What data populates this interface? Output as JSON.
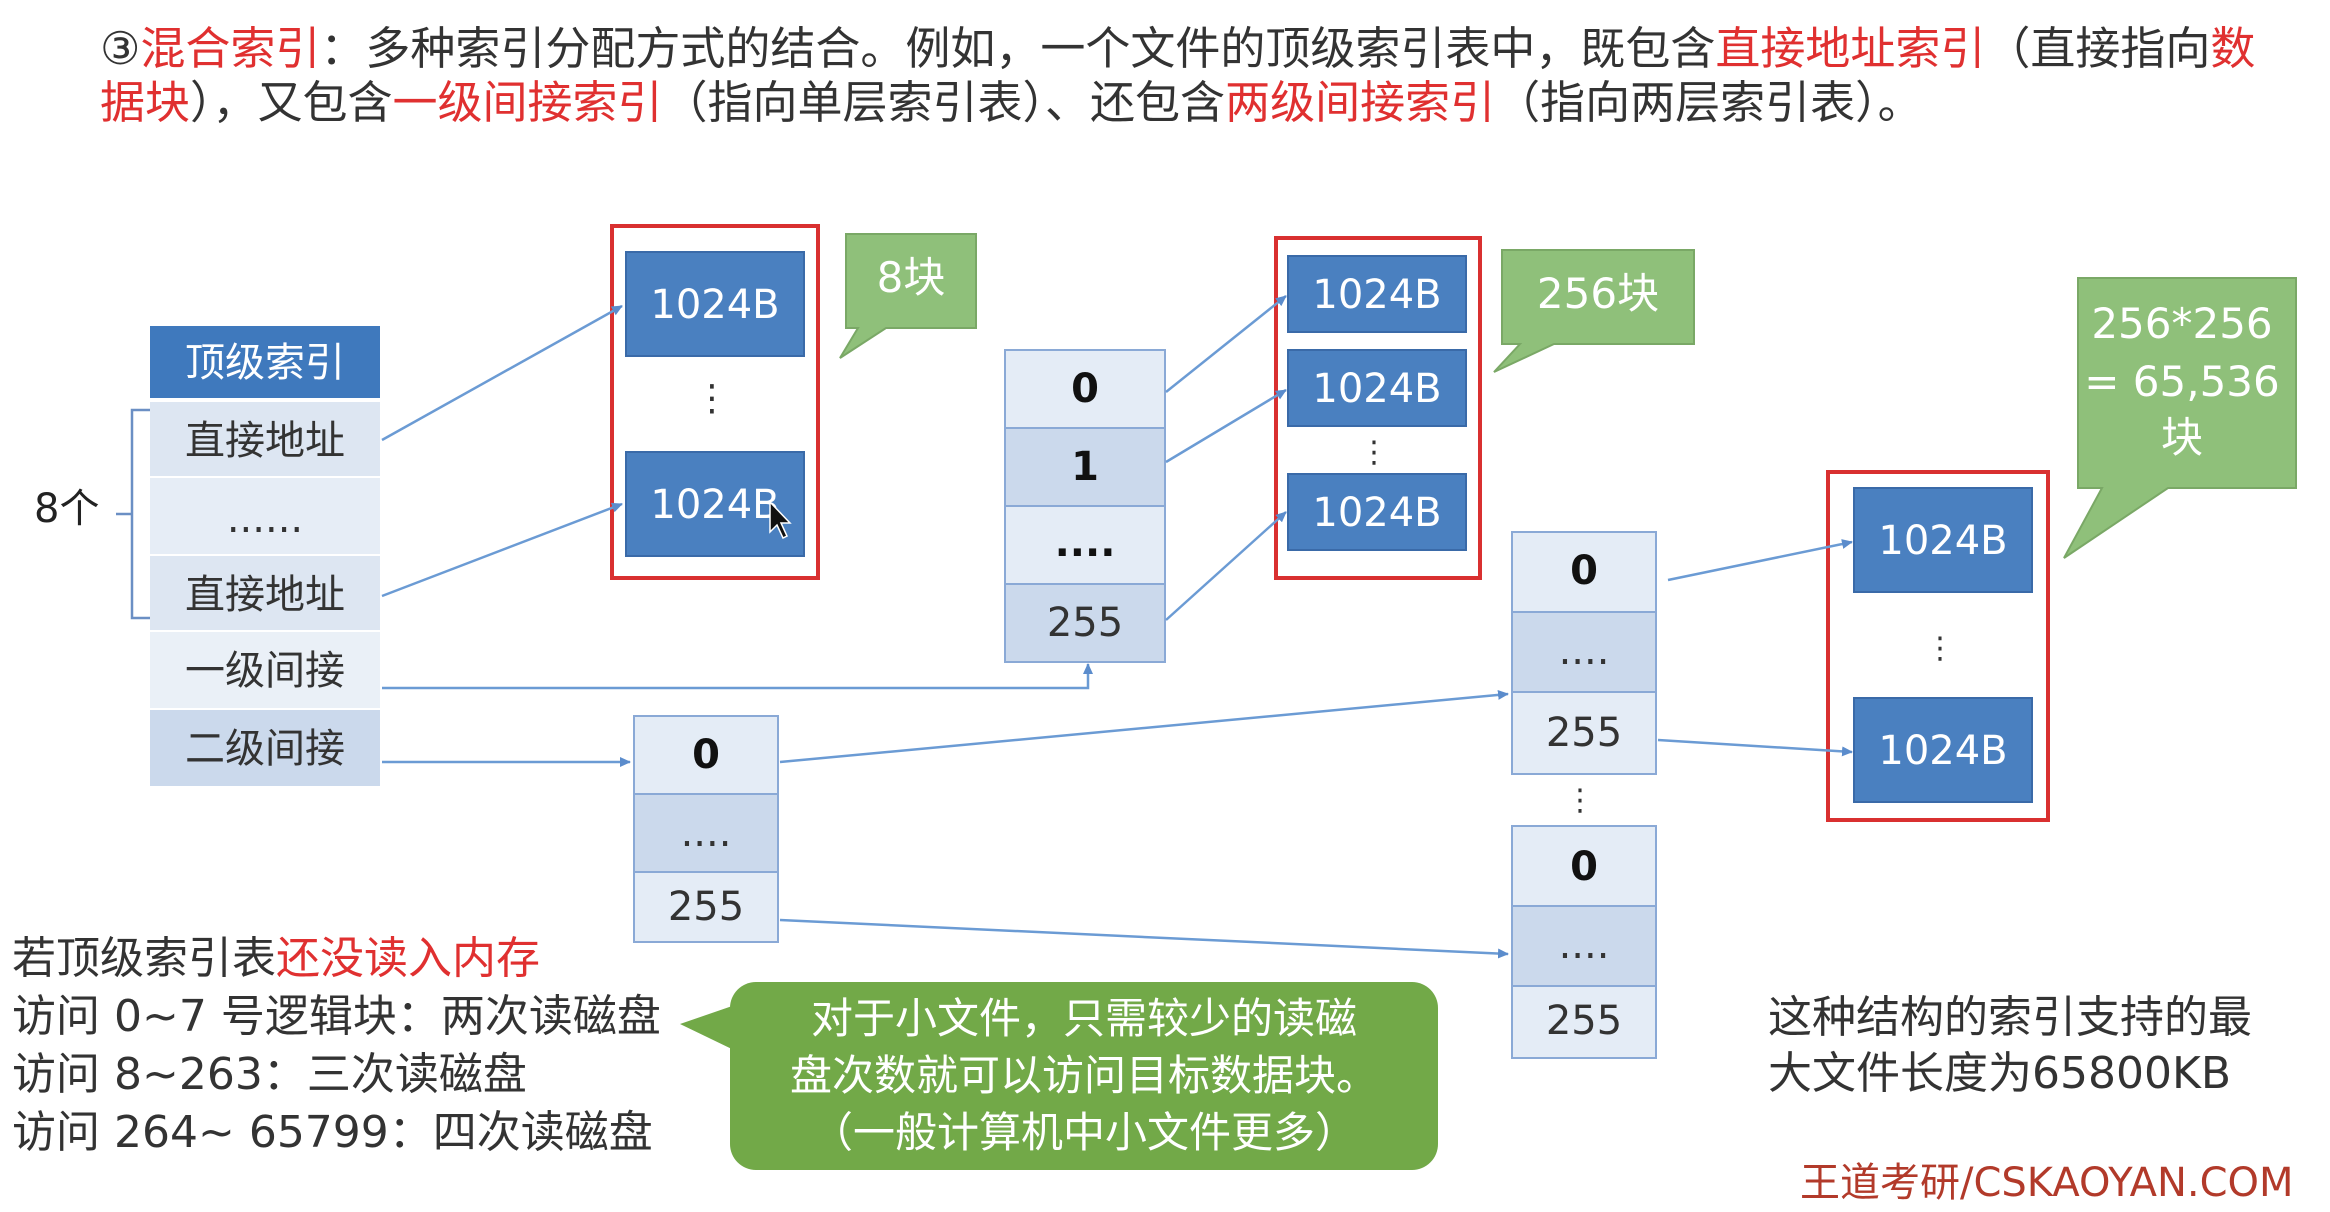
{
  "heading": {
    "marker": "③",
    "term": "混合索引",
    "t1": "：多种索引分配方式的结合。例如，一个文件的顶级索引表中，既包含",
    "h1": "直接地址索引",
    "t2": "（直接指向",
    "h2": "数据块",
    "t3": "），又包含",
    "h3": "一级间接索引",
    "t4": "（指向单层索引表）、还包含",
    "h4": "两级间接索引",
    "t5": "（指向两层索引表）。"
  },
  "top_index": {
    "title": "顶级索引",
    "rows": [
      "直接地址",
      "......",
      "直接地址",
      "一级间接",
      "二级间接"
    ],
    "count_label": "8个"
  },
  "block_label": "1024B",
  "single_table": {
    "rows": [
      "0",
      "1",
      "....",
      "255"
    ]
  },
  "double_l1": {
    "rows": [
      "0",
      "....",
      "255"
    ]
  },
  "double_l2a": {
    "rows": [
      "0",
      "....",
      "255"
    ]
  },
  "double_l2b": {
    "rows": [
      "0",
      "....",
      "255"
    ]
  },
  "callouts": {
    "c1": "8块",
    "c2": "256块",
    "c3_line1": "256*256",
    "c3_line2": "= 65,536",
    "c3_line3": "块"
  },
  "notes": {
    "l1_prefix": "若顶级索引表",
    "l1_red": "还没读入内存",
    "l2": "访问 0~7 号逻辑块：两次读磁盘",
    "l3": "访问 8~263：三次读磁盘",
    "l4": "访问 264~ 65799：四次读磁盘"
  },
  "green_note": {
    "line1": "对于小文件，只需较少的读磁",
    "line2": "盘次数就可以访问目标数据块。",
    "line3": "（一般计算机中小文件更多）"
  },
  "right_note": {
    "line1": "这种结构的索引支持的最",
    "line2": "大文件长度为65800KB"
  },
  "watermark": "王道考研/CSKAOYAN.COM",
  "colors": {
    "accent_red": "#e03030",
    "block_blue": "#4a80c0",
    "cell_light": "#e4ecf6",
    "cell_mid": "#cbd9ec",
    "callout_green": "#8fc07a",
    "note_green": "#72a948",
    "frame_red": "#d93030"
  }
}
